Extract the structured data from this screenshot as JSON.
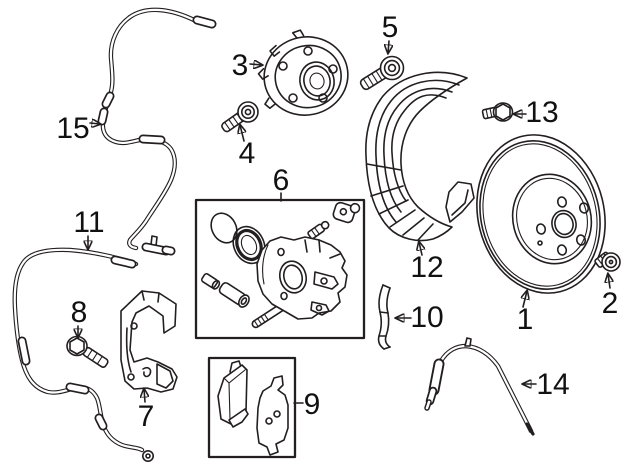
{
  "palette": {
    "background": "#ffffff",
    "line": "#231f20",
    "label": "#111111"
  },
  "callouts": [
    {
      "num": "1"
    },
    {
      "num": "2"
    },
    {
      "num": "3"
    },
    {
      "num": "4"
    },
    {
      "num": "5"
    },
    {
      "num": "6"
    },
    {
      "num": "7"
    },
    {
      "num": "8"
    },
    {
      "num": "9"
    },
    {
      "num": "10"
    },
    {
      "num": "11"
    },
    {
      "num": "12"
    },
    {
      "num": "13"
    },
    {
      "num": "14"
    },
    {
      "num": "15"
    }
  ]
}
